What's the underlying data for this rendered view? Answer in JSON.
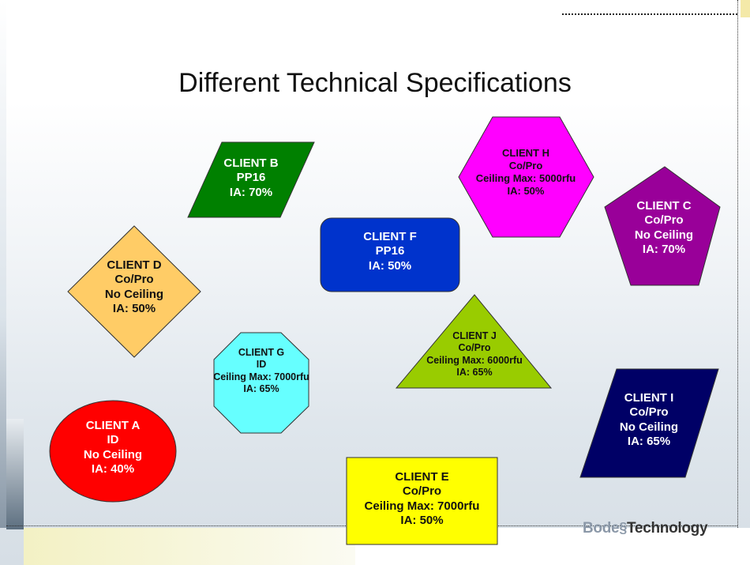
{
  "slide": {
    "title": "Different Technical Specifications",
    "logo": {
      "part1": "Bode",
      "part2": "Technology"
    }
  },
  "clients": [
    {
      "id": "b",
      "shape": "parallelogram",
      "fill": "#008000",
      "text_color": "#ffffff",
      "lines": [
        "CLIENT B",
        "PP16",
        "IA: 70%"
      ]
    },
    {
      "id": "h",
      "shape": "hexagon",
      "fill": "#ff00ff",
      "text_color": "#111111",
      "lines": [
        "CLIENT H",
        "Co/Pro",
        "Ceiling Max: 5000rfu",
        "IA: 50%"
      ]
    },
    {
      "id": "c",
      "shape": "pentagon",
      "fill": "#990099",
      "text_color": "#ffffff",
      "lines": [
        "CLIENT C",
        "Co/Pro",
        "No Ceiling",
        "IA: 70%"
      ]
    },
    {
      "id": "f",
      "shape": "rounded-rectangle",
      "fill": "#0033cc",
      "text_color": "#ffffff",
      "lines": [
        "CLIENT F",
        "PP16",
        "IA: 50%"
      ]
    },
    {
      "id": "d",
      "shape": "diamond",
      "fill": "#ffcc66",
      "text_color": "#111111",
      "lines": [
        "CLIENT D",
        "Co/Pro",
        "No Ceiling",
        "IA: 50%"
      ]
    },
    {
      "id": "j",
      "shape": "triangle",
      "fill": "#99cc00",
      "text_color": "#111111",
      "lines": [
        "CLIENT J",
        "Co/Pro",
        "Ceiling Max: 6000rfu",
        "IA: 65%"
      ]
    },
    {
      "id": "g",
      "shape": "octagon",
      "fill": "#66ffff",
      "text_color": "#111111",
      "lines": [
        "CLIENT G",
        "ID",
        "Ceiling Max: 7000rfu",
        "IA: 65%"
      ]
    },
    {
      "id": "i",
      "shape": "parallelogram",
      "fill": "#000066",
      "text_color": "#ffffff",
      "lines": [
        "CLIENT I",
        "Co/Pro",
        "No Ceiling",
        "IA: 65%"
      ]
    },
    {
      "id": "a",
      "shape": "ellipse",
      "fill": "#ff0000",
      "text_color": "#ffffff",
      "lines": [
        "CLIENT A",
        "ID",
        "No Ceiling",
        "IA: 40%"
      ]
    },
    {
      "id": "e",
      "shape": "rectangle",
      "fill": "#ffff00",
      "text_color": "#111111",
      "lines": [
        "CLIENT E",
        "Co/Pro",
        "Ceiling Max: 7000rfu",
        "IA: 50%"
      ]
    }
  ]
}
